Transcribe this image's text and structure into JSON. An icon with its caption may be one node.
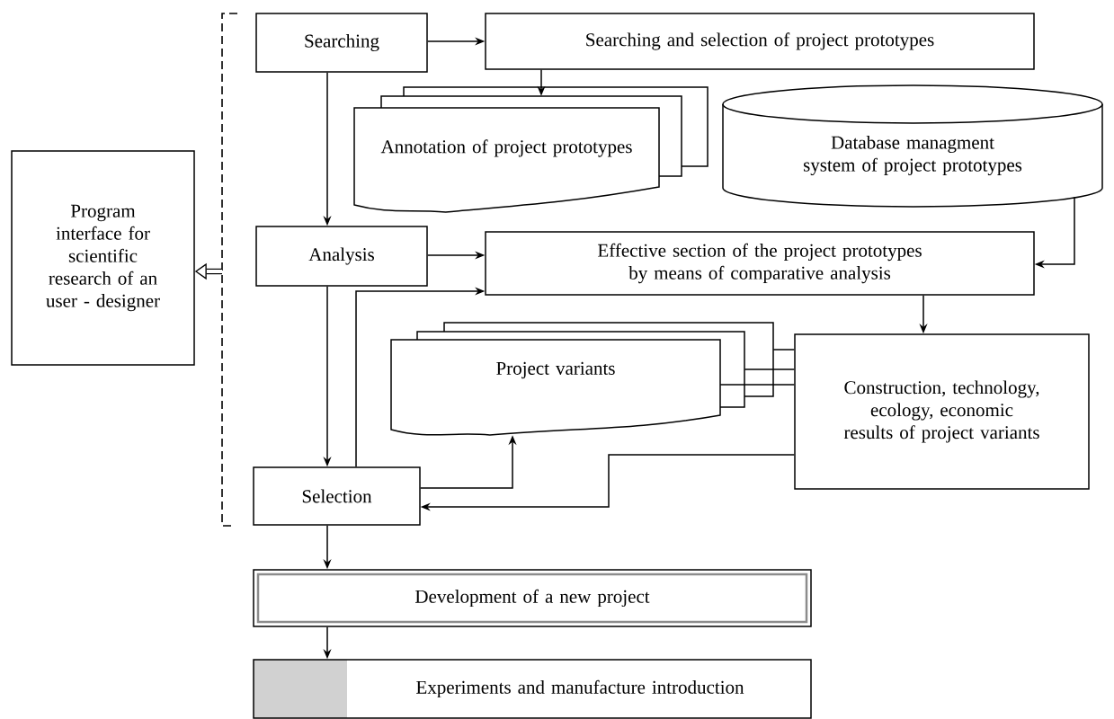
{
  "diagram": {
    "nodes": [
      {
        "text": [
          "Searching"
        ]
      },
      {
        "text": [
          "Searching and selection of project prototypes"
        ]
      },
      {
        "text": [
          "Annotation of project prototypes"
        ]
      },
      {
        "text": [
          "Database managment system of project prototypes"
        ]
      },
      {
        "text": [
          "Program interface for scientific research of an user - designer"
        ]
      },
      {
        "text": [
          "Analysis"
        ]
      },
      {
        "text": [
          "Effective section of the project prototypes by means of comparative analysis"
        ]
      },
      {
        "text": [
          "Project variants"
        ]
      },
      {
        "text": [
          "Construction, technology, ecology, economic results of project variants"
        ]
      },
      {
        "text": [
          "Selection"
        ]
      },
      {
        "text": [
          "Development of a new project"
        ]
      },
      {
        "text": [
          "Experiments and manufacture introduction"
        ]
      }
    ],
    "edges": [
      {
        "from": 0,
        "to": 1,
        "arrow": "to"
      },
      {
        "from": 1,
        "to": 2,
        "arrow": "to"
      },
      {
        "from": 0,
        "to": 5,
        "arrow": "to"
      },
      {
        "from": 5,
        "to": 6,
        "arrow": "to"
      },
      {
        "from": 3,
        "to": 6,
        "arrow": "to"
      },
      {
        "from": 9,
        "to": 6,
        "arrow": "to"
      },
      {
        "from": 5,
        "to": 9,
        "arrow": "to"
      },
      {
        "from": 6,
        "to": 8,
        "arrow": "to"
      },
      {
        "from": 7,
        "to": 8,
        "arrow": "none"
      },
      {
        "from": 7,
        "to": 8,
        "arrow": "none"
      },
      {
        "from": 7,
        "to": 8,
        "arrow": "none"
      },
      {
        "from": 9,
        "to": 7,
        "arrow": "to"
      },
      {
        "from": 8,
        "to": 9,
        "arrow": "to"
      },
      {
        "from": 9,
        "to": 10,
        "arrow": "to"
      },
      {
        "from": 10,
        "to": 11,
        "arrow": "to"
      },
      {
        "from": null,
        "to": 4,
        "arrow": "to",
        "style": "thick"
      }
    ]
  }
}
